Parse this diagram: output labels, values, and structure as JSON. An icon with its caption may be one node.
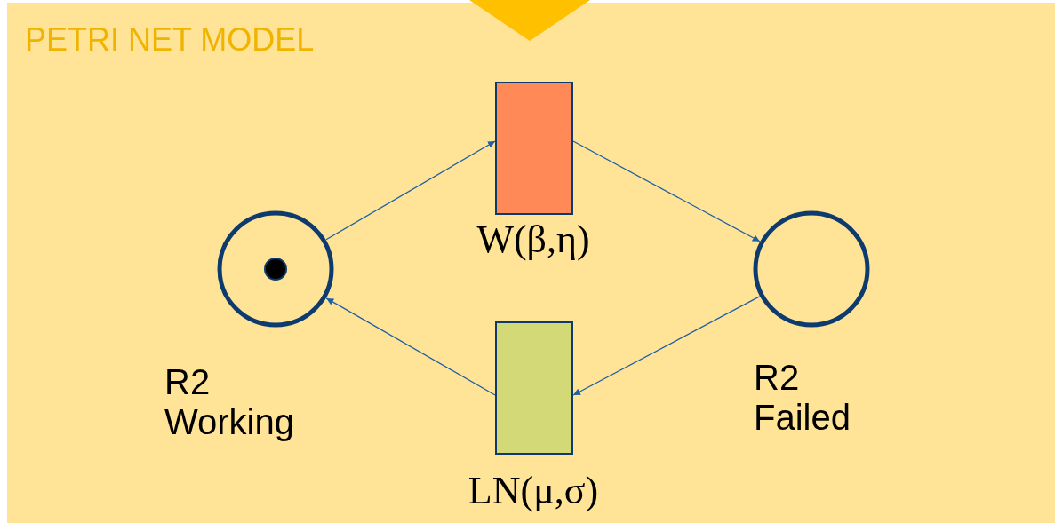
{
  "diagram": {
    "title": "PETRI NET MODEL",
    "nodes": [
      {
        "text": [],
        "shape": "circle",
        "beside": [
          "R2 Working"
        ]
      },
      {
        "text": [],
        "shape": "box",
        "beside": [
          "W(β,η)"
        ]
      },
      {
        "text": [],
        "shape": "circle",
        "beside": [
          "R2 Failed"
        ]
      },
      {
        "text": [],
        "shape": "box",
        "beside": [
          "LN(μ,σ)"
        ]
      }
    ],
    "edges": [
      {
        "from": 0,
        "to": 1,
        "arrow": "to"
      },
      {
        "from": 1,
        "to": 2,
        "arrow": "to"
      },
      {
        "from": 2,
        "to": 3,
        "arrow": "to"
      },
      {
        "from": 3,
        "to": 0,
        "arrow": "to"
      }
    ]
  }
}
